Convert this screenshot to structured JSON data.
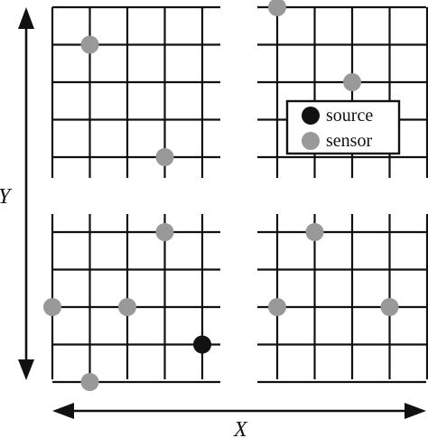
{
  "axes": {
    "x_label": "X",
    "y_label": "Y"
  },
  "legend": {
    "items": [
      {
        "label": "source",
        "color": "#111111",
        "marker": "filled-circle"
      },
      {
        "label": "sensor",
        "color": "#999999",
        "marker": "filled-circle"
      }
    ]
  },
  "colors": {
    "line": "#111111",
    "source": "#111111",
    "sensor": "#999999",
    "background": "#ffffff"
  },
  "grid": {
    "blocks": 4,
    "layout": "2x2",
    "cells_per_block": [
      4,
      4
    ]
  },
  "nodes": [
    {
      "type": "sensor",
      "block": "top-left",
      "col": 1,
      "row": 1
    },
    {
      "type": "sensor",
      "block": "top-left",
      "col": 3,
      "row": 4
    },
    {
      "type": "sensor",
      "block": "top-right",
      "col": 0,
      "row": 0
    },
    {
      "type": "sensor",
      "block": "top-right",
      "col": 2,
      "row": 2
    },
    {
      "type": "sensor",
      "block": "bottom-left",
      "col": 3,
      "row": 0
    },
    {
      "type": "sensor",
      "block": "bottom-left",
      "col": 0,
      "row": 2
    },
    {
      "type": "sensor",
      "block": "bottom-left",
      "col": 2,
      "row": 2
    },
    {
      "type": "source",
      "block": "bottom-left",
      "col": 4,
      "row": 3
    },
    {
      "type": "sensor",
      "block": "bottom-left",
      "col": 1,
      "row": 4
    },
    {
      "type": "sensor",
      "block": "bottom-right",
      "col": 1,
      "row": 0
    },
    {
      "type": "sensor",
      "block": "bottom-right",
      "col": 0,
      "row": 2
    },
    {
      "type": "sensor",
      "block": "bottom-right",
      "col": 3,
      "row": 2
    }
  ]
}
